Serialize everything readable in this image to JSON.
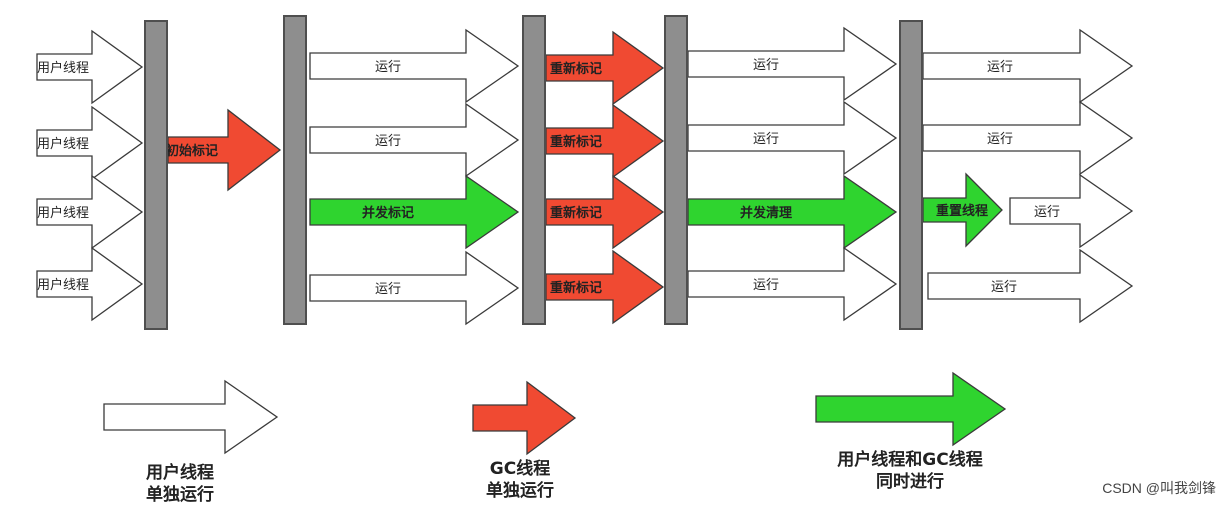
{
  "labels": {
    "user_thread": "用户线程",
    "initial_mark": "初始标记",
    "running": "运行",
    "concurrent_mark": "并发标记",
    "remark": "重新标记",
    "concurrent_sweep": "并发清理",
    "reset_thread": "重置线程"
  },
  "legend": {
    "user_line1": "用户线程",
    "user_line2": "单独运行",
    "gc_line1": "GC线程",
    "gc_line2": "单独运行",
    "both_line1": "用户线程和GC线程",
    "both_line2": "同时进行"
  },
  "watermark": "CSDN @叫我剑锋",
  "colors": {
    "user": "#ffffff",
    "gc": "#f04a32",
    "both": "#2fd42f",
    "bar": "#8e8e8e",
    "outline": "#3a3a3a"
  }
}
